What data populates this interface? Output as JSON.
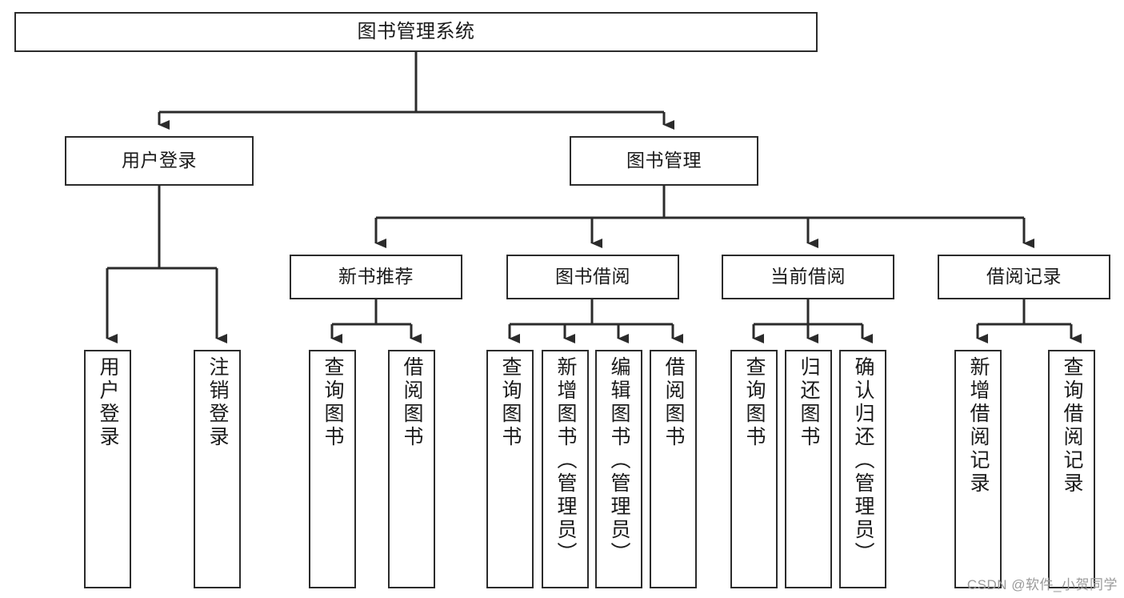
{
  "diagram": {
    "title": "图书管理系统",
    "style": {
      "box_border_color": "#2b2b2b",
      "box_fill_color": "#ffffff",
      "line_color": "#2b2b2b",
      "text_color": "#1a1a1a",
      "background": "#ffffff"
    },
    "nodes": {
      "root": {
        "label": "图书管理系统"
      },
      "level2": [
        {
          "label": "用户登录"
        },
        {
          "label": "图书管理"
        }
      ],
      "level3": [
        {
          "label": "新书推荐"
        },
        {
          "label": "图书借阅"
        },
        {
          "label": "当前借阅"
        },
        {
          "label": "借阅记录"
        }
      ],
      "leaves_user_login": [
        {
          "label": "用户登录"
        },
        {
          "label": "注销登录"
        }
      ],
      "leaves_new_book": [
        {
          "label": "查询图书"
        },
        {
          "label": "借阅图书"
        }
      ],
      "leaves_borrow": [
        {
          "label": "查询图书"
        },
        {
          "label": "新增图书（管理员）"
        },
        {
          "label": "编辑图书（管理员）"
        },
        {
          "label": "借阅图书"
        }
      ],
      "leaves_current": [
        {
          "label": "查询图书"
        },
        {
          "label": "归还图书"
        },
        {
          "label": "确认归还（管理员）"
        }
      ],
      "leaves_records": [
        {
          "label": "新增借阅记录"
        },
        {
          "label": "查询借阅记录"
        }
      ]
    },
    "watermark": "CSDN @软件_小贺同学"
  }
}
